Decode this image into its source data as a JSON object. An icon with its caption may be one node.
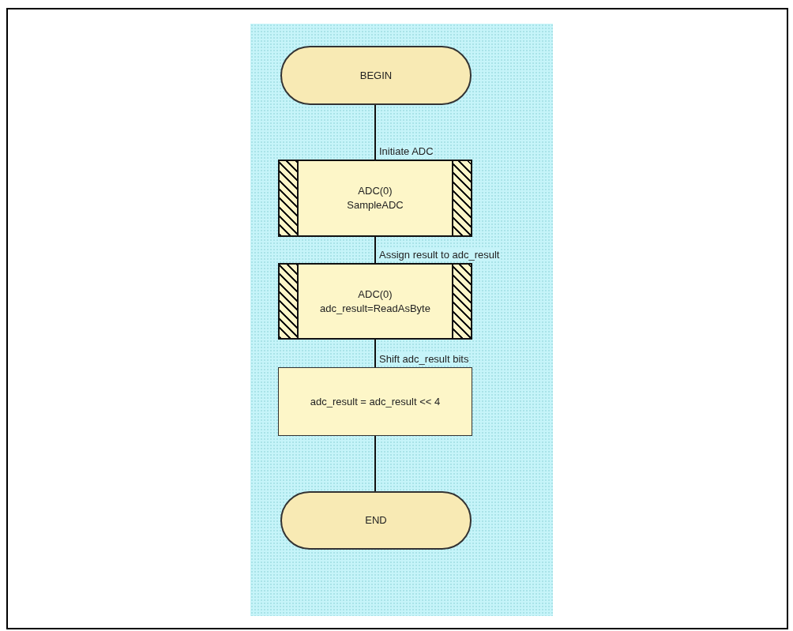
{
  "diagram": {
    "nodes": [
      {
        "text": [
          "BEGIN"
        ]
      },
      {
        "text": [
          "ADC(0)",
          "SampleADC"
        ]
      },
      {
        "text": [
          "ADC(0)",
          "adc_result=ReadAsByte"
        ]
      },
      {
        "text": [
          "adc_result = adc_result << 4"
        ]
      },
      {
        "text": [
          "END"
        ]
      }
    ],
    "edges": [
      {
        "from": 0,
        "to": 1,
        "arrow": "none",
        "label": "Initiate ADC"
      },
      {
        "from": 1,
        "to": 2,
        "arrow": "none",
        "label": "Assign result to adc_result"
      },
      {
        "from": 2,
        "to": 3,
        "arrow": "none",
        "label": "Shift adc_result bits"
      },
      {
        "from": 3,
        "to": 4,
        "arrow": "none"
      }
    ]
  }
}
